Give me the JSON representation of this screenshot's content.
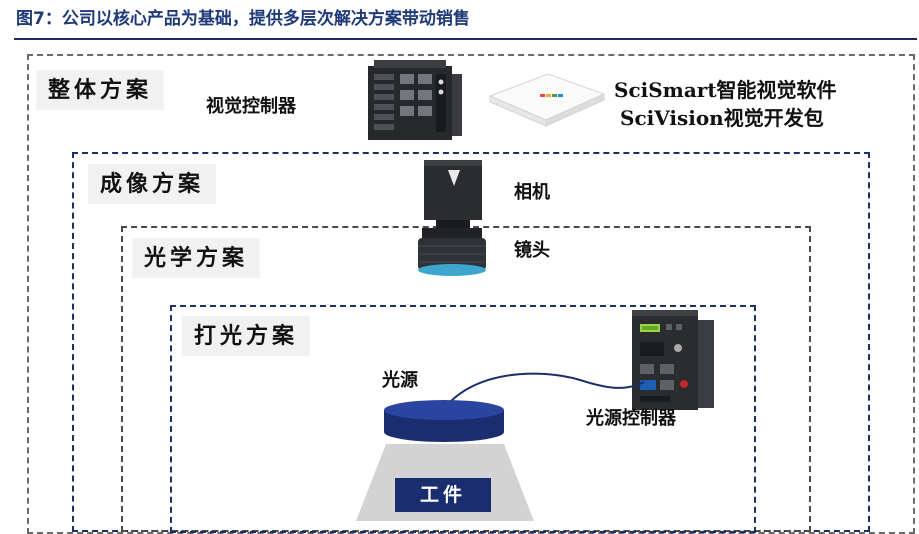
{
  "figure": {
    "title": "图7：公司以核心产品为基础，提供多层次解决方案带动销售"
  },
  "layers": {
    "overall": {
      "label": "整体方案"
    },
    "imaging": {
      "label": "成像方案"
    },
    "optical": {
      "label": "光学方案"
    },
    "lighting": {
      "label": "打光方案"
    }
  },
  "components": {
    "vision_controller": "视觉控制器",
    "software_line1": "SciSmart智能视觉软件",
    "software_line2": "SciVision视觉开发包",
    "camera": "相机",
    "lens": "镜头",
    "light_source": "光源",
    "light_controller": "光源控制器",
    "workpiece": "工件"
  },
  "colors": {
    "title": "#1f3a78",
    "dashed_navy": "#1e2f63",
    "label_bg": "#f1f1f1",
    "light_disc": "#1a2d6e",
    "workpiece_bg": "#1a2d6e"
  }
}
